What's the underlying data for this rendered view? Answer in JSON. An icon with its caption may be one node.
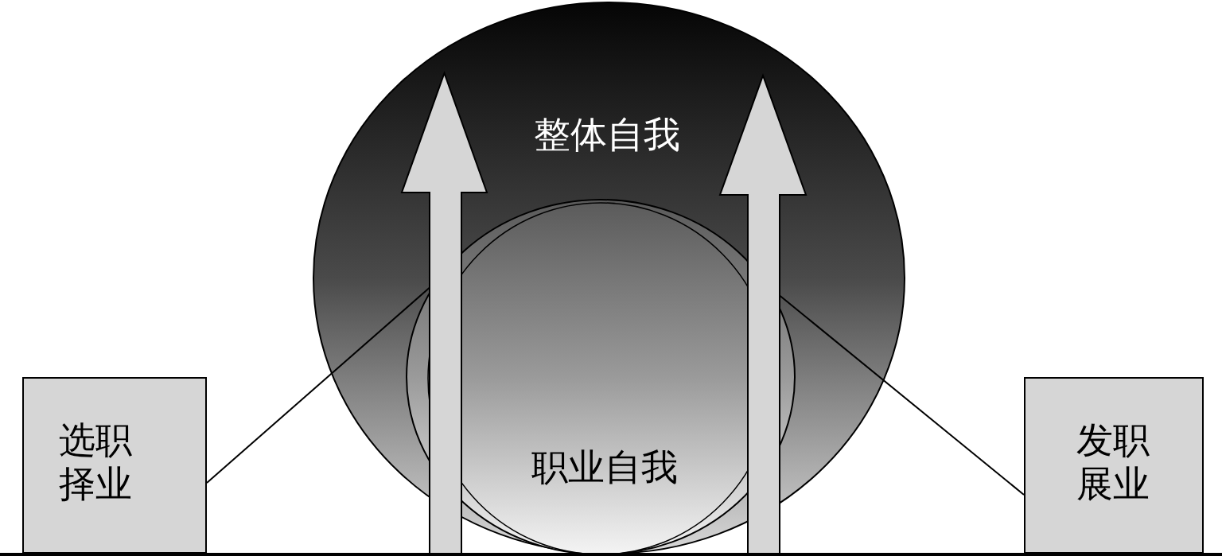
{
  "diagram": {
    "nodes": [
      {
        "text": [
          "整体自我"
        ]
      },
      {
        "text": [
          "职业自我"
        ],
        "in": 0
      },
      {
        "text": [
          "选职择业"
        ]
      },
      {
        "text": [
          "发职展业"
        ]
      }
    ],
    "edges": [
      {
        "from": 2,
        "to": 1,
        "arrow": "none"
      },
      {
        "from": 3,
        "to": 1,
        "arrow": "none"
      }
    ]
  }
}
